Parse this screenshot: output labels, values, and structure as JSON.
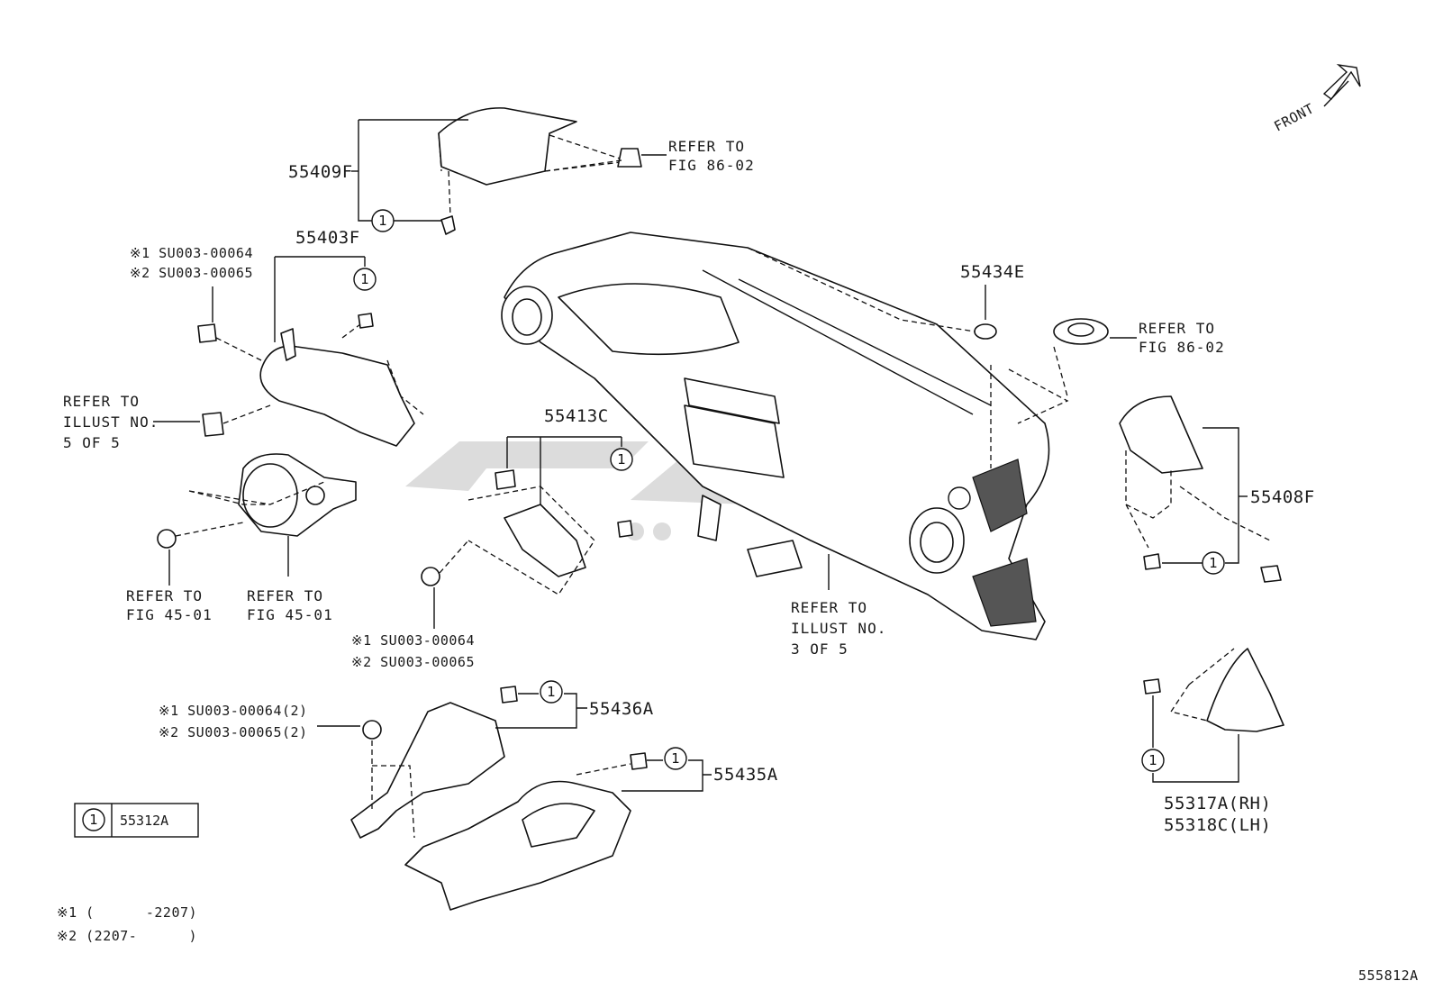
{
  "diagram": {
    "front_label": "FRONT",
    "figure_code": "555812A",
    "circled_ref": "1",
    "parts": {
      "p55409F": "55409F",
      "p55403F": "55403F",
      "p55434E": "55434E",
      "p55413C": "55413C",
      "p55408F": "55408F",
      "p55436A": "55436A",
      "p55435A": "55435A",
      "p55317A": "55317A(RH)",
      "p55318C": "55318C(LH)"
    },
    "refs": {
      "fig8602_a_l1": "REFER TO",
      "fig8602_a_l2": "FIG 86-02",
      "fig8602_b_l1": "REFER TO",
      "fig8602_b_l2": "FIG 86-02",
      "illust5_l1": "REFER TO",
      "illust5_l2": "ILLUST NO.",
      "illust5_l3": "5 OF 5",
      "fig4501_a_l1": "REFER TO",
      "fig4501_a_l2": "FIG 45-01",
      "fig4501_b_l1": "REFER TO",
      "fig4501_b_l2": "FIG 45-01",
      "illust3_l1": "REFER TO",
      "illust3_l2": "ILLUST NO.",
      "illust3_l3": "3 OF 5"
    },
    "screws": {
      "s1_line1": "※1 SU003-00064",
      "s1_line2": "※2 SU003-00065",
      "s2_line1": "※1 SU003-00064",
      "s2_line2": "※2 SU003-00065",
      "s3_line1": "※1 SU003-00064(2)",
      "s3_line2": "※2 SU003-00065(2)"
    },
    "legend": {
      "num": "1",
      "part": "55312A"
    },
    "notes": {
      "note1": "※1 (      -2207)",
      "note2": "※2 (2207-      )"
    }
  }
}
